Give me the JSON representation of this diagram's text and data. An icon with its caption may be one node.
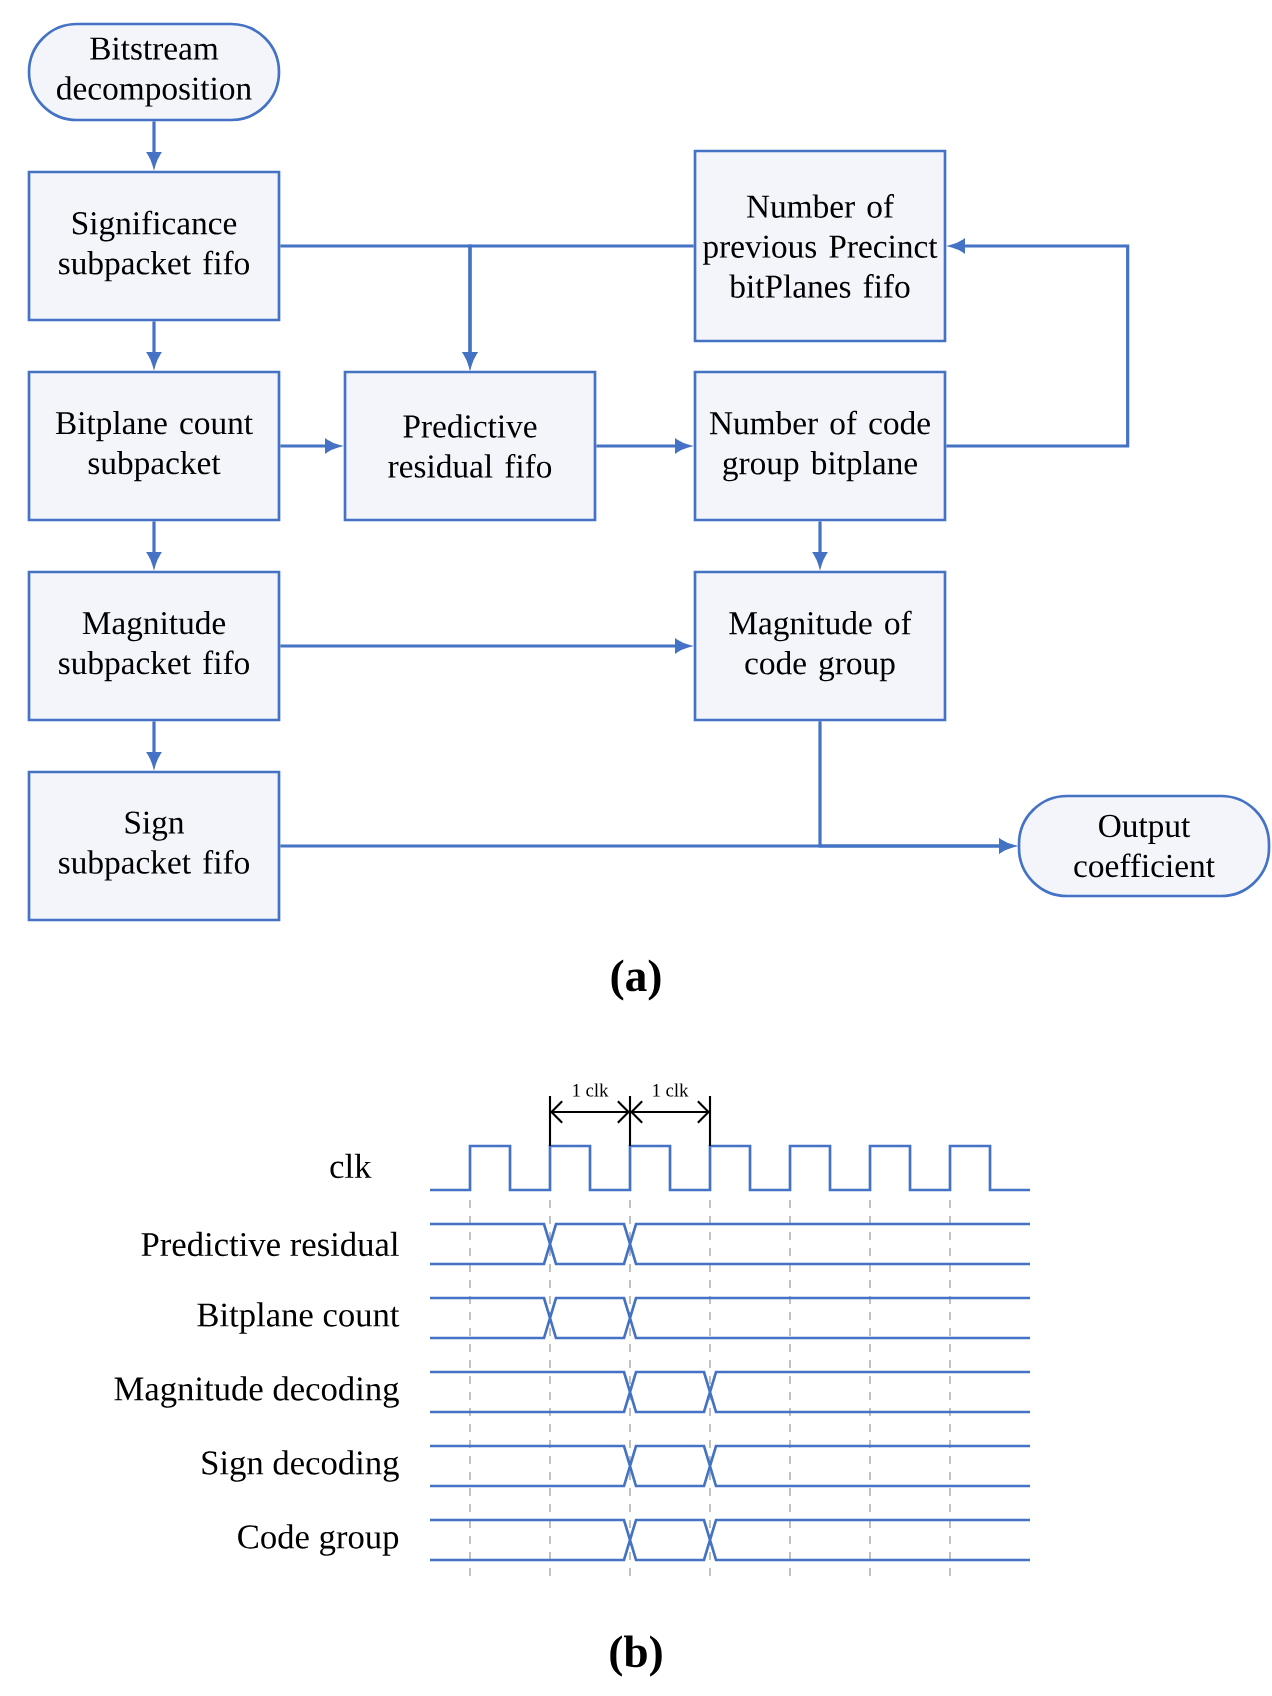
{
  "diagram": {
    "nodes": [
      {
        "text": [
          "Bitstream decomposition"
        ]
      },
      {
        "text": [
          "Significance subpacket fifo"
        ]
      },
      {
        "text": [
          "Number of previous Precinct bitPlanes fifo"
        ]
      },
      {
        "text": [
          "Bitplane count subpacket"
        ]
      },
      {
        "text": [
          "Predictive residual fifo"
        ]
      },
      {
        "text": [
          "Number of code group bitplane"
        ]
      },
      {
        "text": [
          "Magnitude subpacket fifo"
        ]
      },
      {
        "text": [
          "Magnitude of code group"
        ]
      },
      {
        "text": [
          "Sign subpacket fifo"
        ]
      },
      {
        "text": [
          "Output coefficient"
        ]
      }
    ],
    "edges": [
      {
        "from": 0,
        "to": 1,
        "arrow": "to"
      },
      {
        "from": 1,
        "to": 3,
        "arrow": "to"
      },
      {
        "from": 3,
        "to": 6,
        "arrow": "to"
      },
      {
        "from": 6,
        "to": 8,
        "arrow": "to"
      },
      {
        "from": 1,
        "to": 4,
        "arrow": "to"
      },
      {
        "from": 2,
        "to": 4,
        "arrow": "to"
      },
      {
        "from": 3,
        "to": 4,
        "arrow": "to"
      },
      {
        "from": 4,
        "to": 5,
        "arrow": "to"
      },
      {
        "from": 5,
        "to": 2,
        "arrow": "to"
      },
      {
        "from": 5,
        "to": 7,
        "arrow": "to"
      },
      {
        "from": 6,
        "to": 7,
        "arrow": "to"
      },
      {
        "from": 7,
        "to": 9,
        "arrow": "to"
      },
      {
        "from": 8,
        "to": 9,
        "arrow": "to"
      }
    ],
    "labels": [
      "(a)",
      "1 clk",
      "1 clk",
      "clk",
      "Predictive residual",
      "Bitplane count",
      "Magnitude decoding",
      "Sign decoding",
      "Code group",
      "(b)"
    ]
  }
}
